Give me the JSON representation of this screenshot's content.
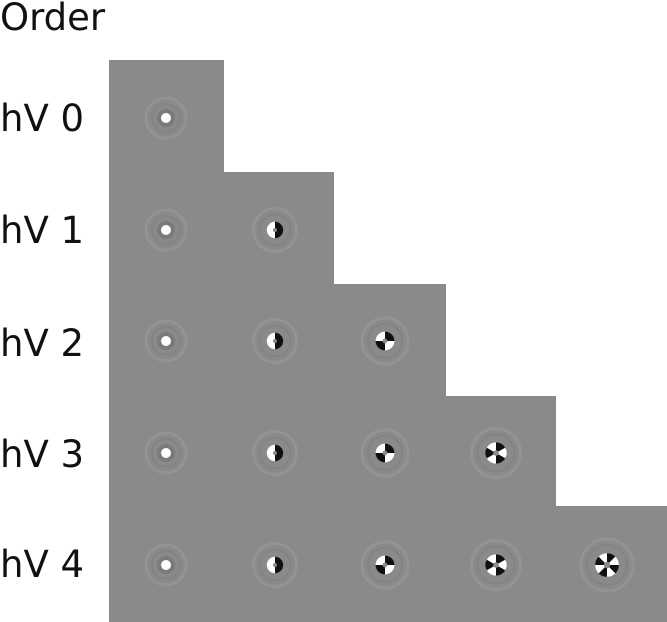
{
  "header": {
    "title": "Order"
  },
  "rows": [
    {
      "label": "hV 0",
      "order": 0,
      "filter_count": 1
    },
    {
      "label": "hV 1",
      "order": 1,
      "filter_count": 2
    },
    {
      "label": "hV 2",
      "order": 2,
      "filter_count": 3
    },
    {
      "label": "hV 3",
      "order": 3,
      "filter_count": 4
    },
    {
      "label": "hV 4",
      "order": 4,
      "filter_count": 5
    }
  ],
  "colors": {
    "panel_background": "#8a8a8a",
    "highlight": "#ffffff",
    "shadow": "#111111",
    "text": "#111111"
  }
}
